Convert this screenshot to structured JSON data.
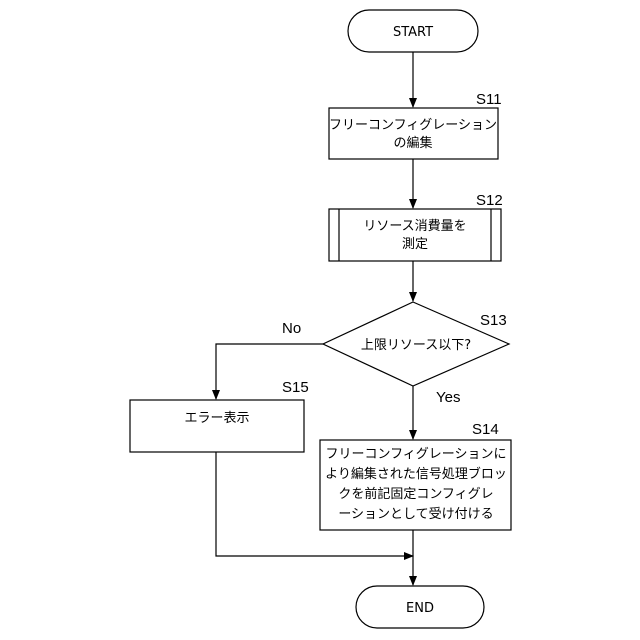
{
  "flowchart": {
    "start": "START",
    "end": "END",
    "s11": {
      "step": "S11",
      "lines": [
        "フリーコンフィグレーション",
        "の編集"
      ]
    },
    "s12": {
      "step": "S12",
      "lines": [
        "リソース消費量を",
        "測定"
      ]
    },
    "s13": {
      "step": "S13",
      "text": "上限リソース以下?"
    },
    "s14": {
      "step": "S14",
      "lines": [
        "フリーコンフィグレーションに",
        "より編集された信号処理ブロッ",
        "クを前記固定コンフィグレ",
        "ーションとして受け付ける"
      ]
    },
    "s15": {
      "step": "S15",
      "text": "エラー表示"
    },
    "yes": "Yes",
    "no": "No"
  }
}
